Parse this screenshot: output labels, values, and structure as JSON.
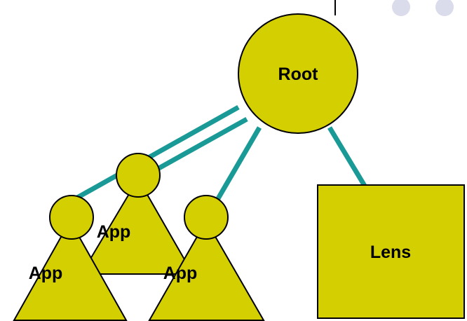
{
  "diagram": {
    "root_label": "Root",
    "lens_label": "Lens",
    "app_labels": [
      "App",
      "App",
      "App"
    ]
  },
  "colors": {
    "node_fill": "#d4cf00",
    "node_stroke": "#000000",
    "edge": "#1a9a96",
    "decor_dot": "#dadbeb",
    "background": "#ffffff"
  }
}
